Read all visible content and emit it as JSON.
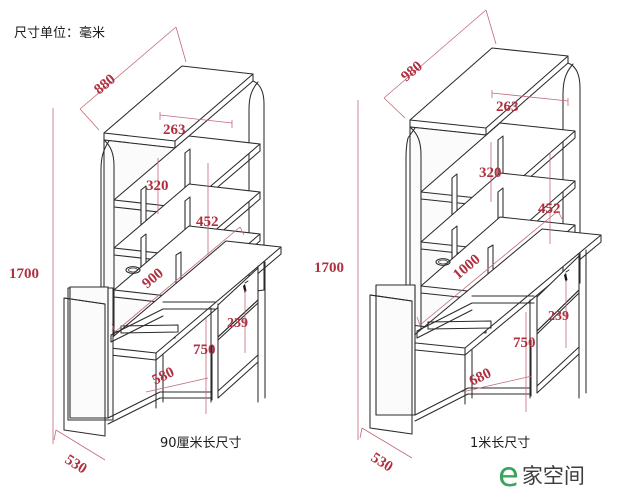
{
  "page": {
    "unit_note": "尺寸单位：毫米",
    "background": "#ffffff",
    "dimension_color": "#b0303f",
    "line_color": "#2b2b2b"
  },
  "logo": {
    "mark": "e",
    "word": "家空间",
    "mark_color": "#3aa35e",
    "word_color": "#3d3d3d"
  },
  "diagrams": [
    {
      "id": "desk-90cm",
      "caption": "90厘米长尺寸",
      "dimensions": {
        "hutch_top_width": "880",
        "shelf_depth": "263",
        "cubby_height": "320",
        "hutch_lower_height": "452",
        "total_height": "1700",
        "desk_width": "900",
        "drawer_height": "239",
        "desk_height": "750",
        "clearance_height": "580",
        "desk_depth": "530"
      }
    },
    {
      "id": "desk-100cm",
      "caption": "1米长尺寸",
      "dimensions": {
        "hutch_top_width": "980",
        "shelf_depth": "263",
        "cubby_height": "320",
        "hutch_lower_height": "452",
        "total_height": "1700",
        "desk_width": "1000",
        "drawer_height": "239",
        "desk_height": "750",
        "clearance_height": "680",
        "desk_depth": "530"
      }
    }
  ]
}
